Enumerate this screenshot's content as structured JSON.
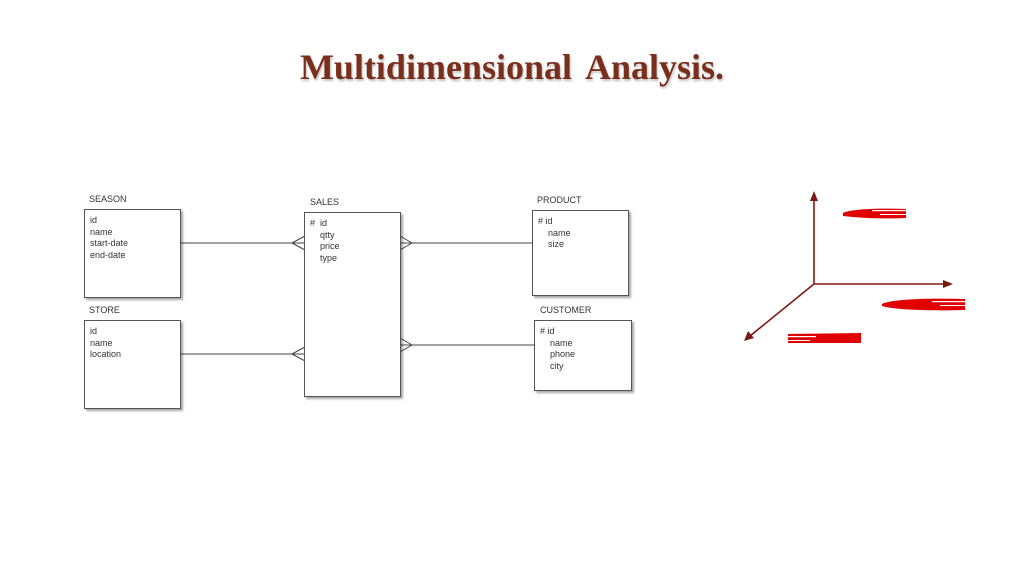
{
  "slide": {
    "title": "Multidimensional  Analysis."
  },
  "entities": {
    "season": {
      "name": "SEASON",
      "attributes": [
        "id",
        "name",
        "start-date",
        "end-date"
      ]
    },
    "store": {
      "name": "STORE",
      "attributes": [
        "id",
        "name",
        "location"
      ]
    },
    "sales": {
      "name": "SALES",
      "key": "#  id",
      "attributes": [
        "qtty",
        "price",
        "type"
      ]
    },
    "product": {
      "name": "PRODUCT",
      "key": "# id",
      "attributes": [
        "name",
        "size"
      ]
    },
    "customer": {
      "name": "CUSTOMER",
      "key": "# id",
      "attributes": [
        "name",
        "phone",
        "city"
      ]
    }
  },
  "relationships": [
    {
      "from": "SEASON",
      "to": "SALES",
      "cardinality": "one-to-many"
    },
    {
      "from": "STORE",
      "to": "SALES",
      "cardinality": "one-to-many"
    },
    {
      "from": "PRODUCT",
      "to": "SALES",
      "cardinality": "one-to-many"
    },
    {
      "from": "CUSTOMER",
      "to": "SALES",
      "cardinality": "one-to-many"
    }
  ],
  "colors": {
    "title": "#7a2e1c",
    "axis": "#7a1a10",
    "marker": "#e00000",
    "entity_border": "#555555"
  }
}
